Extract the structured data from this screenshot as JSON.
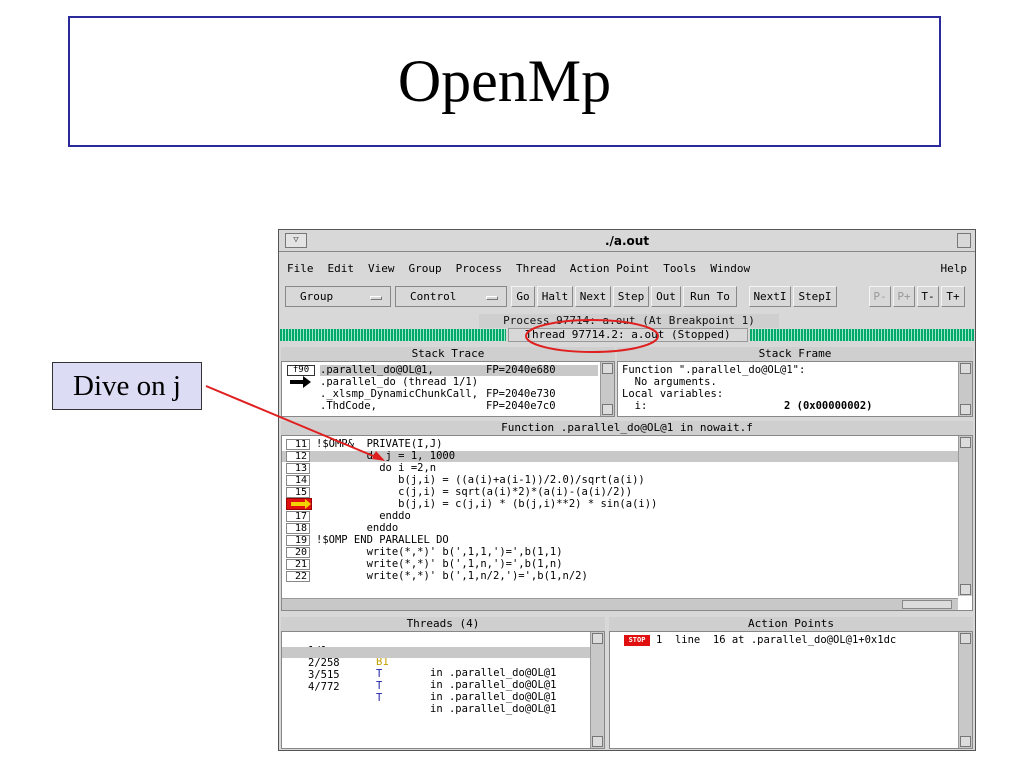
{
  "slide": {
    "title": "OpenMp",
    "callout": "Dive on j"
  },
  "window": {
    "title": "./a.out",
    "menu": [
      "File",
      "Edit",
      "View",
      "Group",
      "Process",
      "Thread",
      "Action Point",
      "Tools",
      "Window"
    ],
    "help": "Help",
    "toolbar": {
      "group": "Group",
      "control": "Control",
      "buttons": [
        "Go",
        "Halt",
        "Next",
        "Step",
        "Out",
        "Run To",
        "NextI",
        "StepI"
      ],
      "extra": [
        "P-",
        "P+",
        "T-",
        "T+"
      ]
    },
    "process_status": "Process 97714: a.out (At Breakpoint 1)",
    "thread_status": "Thread 97714.2: a.out (Stopped)"
  },
  "stack_trace": {
    "header": "Stack Trace",
    "lang_badge": "f90",
    "rows": [
      {
        "name": ".parallel_do@OL@1,",
        "fp": "FP=2040e680"
      },
      {
        "name": ".parallel_do (thread 1/1)",
        "fp": ""
      },
      {
        "name": "._xlsmp_DynamicChunkCall,",
        "fp": "FP=2040e730"
      },
      {
        "name": ".ThdCode,",
        "fp": "FP=2040e7c0"
      }
    ]
  },
  "stack_frame": {
    "header": "Stack Frame",
    "lines": [
      "Function \".parallel_do@OL@1\":",
      "  No arguments.",
      "Local variables:"
    ],
    "var_name": "  i:",
    "var_value": "2 (0x00000002)"
  },
  "source": {
    "header": "Function .parallel_do@OL@1 in nowait.f",
    "lines": [
      {
        "num": "11",
        "code": "!$OMP&  PRIVATE(I,J)"
      },
      {
        "num": "12",
        "code": "        do j = 1, 1000"
      },
      {
        "num": "13",
        "code": "          do i =2,n"
      },
      {
        "num": "14",
        "code": "             b(j,i) = ((a(i)+a(i-1))/2.0)/sqrt(a(i))"
      },
      {
        "num": "15",
        "code": "             c(j,i) = sqrt(a(i)*2)*(a(i)-(a(i)/2))"
      },
      {
        "num": "",
        "code": "             b(j,i) = c(j,i) * (b(j,i)**2) * sin(a(i))"
      },
      {
        "num": "17",
        "code": "          enddo"
      },
      {
        "num": "18",
        "code": "        enddo"
      },
      {
        "num": "19",
        "code": "!$OMP END PARALLEL DO"
      },
      {
        "num": "20",
        "code": "        write(*,*)' b(',1,1,')=',b(1,1)"
      },
      {
        "num": "21",
        "code": "        write(*,*)' b(',1,n,')=',b(1,n)"
      },
      {
        "num": "22",
        "code": "        write(*,*)' b(',1,n/2,')=',b(1,n/2)"
      }
    ]
  },
  "threads": {
    "header": "Threads (4)",
    "rows": [
      {
        "id": "1/1",
        "state": "B1",
        "loc": "in .parallel_do@OL@1"
      },
      {
        "id": "2/258",
        "state": "T",
        "loc": "in .parallel_do@OL@1"
      },
      {
        "id": "3/515",
        "state": "T",
        "loc": "in .parallel_do@OL@1"
      },
      {
        "id": "4/772",
        "state": "T",
        "loc": "in .parallel_do@OL@1"
      }
    ]
  },
  "action_points": {
    "header": "Action Points",
    "badge": "STOP",
    "entry": "1  line  16 at .parallel_do@OL@1+0x1dc"
  },
  "colors": {
    "annotation": "#e02020",
    "highlight": "#c8c8c8",
    "stop": "#e01010",
    "thread_state": "#2222aa",
    "breakpoint_state": "#c8a000"
  }
}
